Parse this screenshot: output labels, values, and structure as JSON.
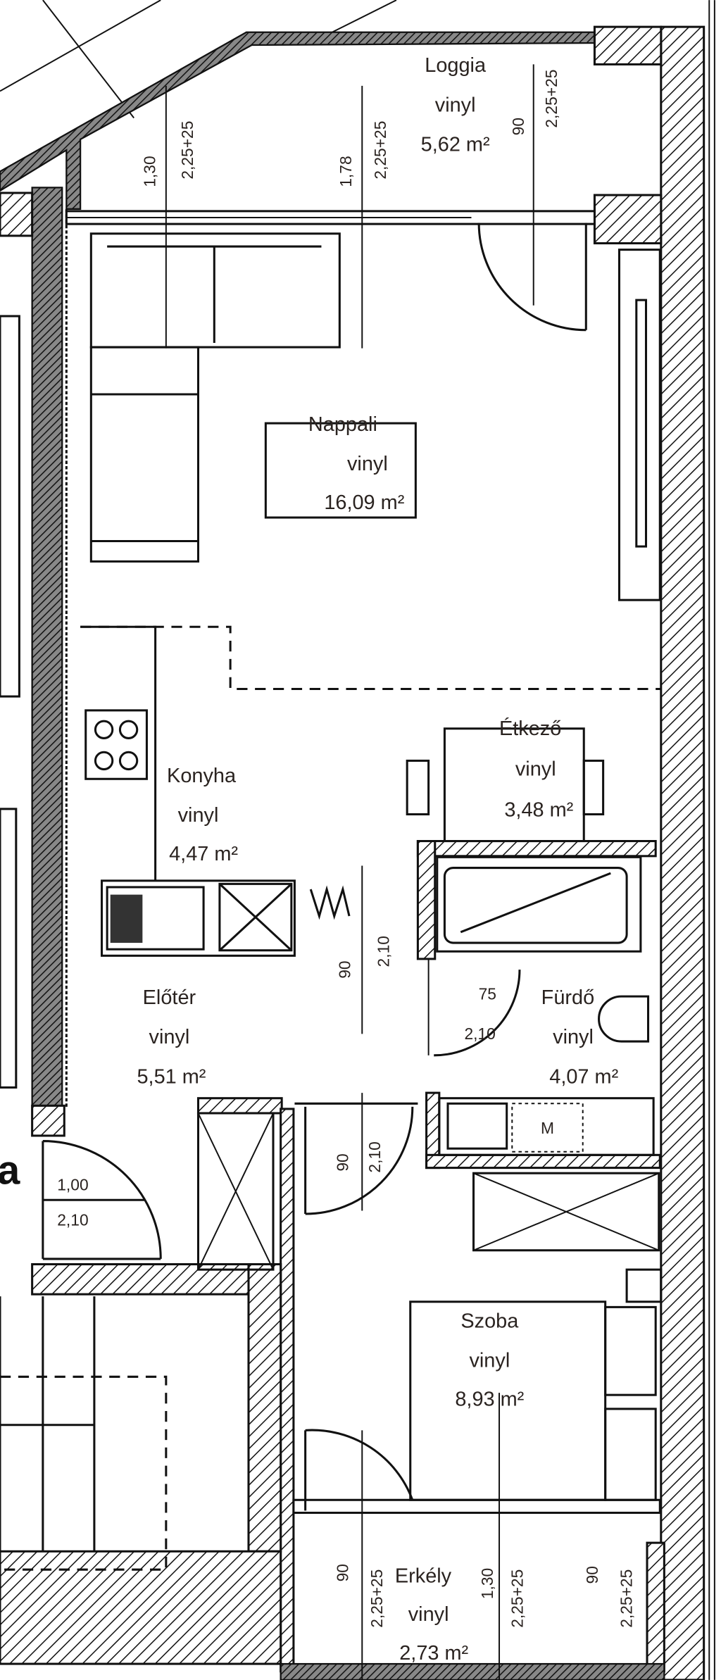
{
  "rooms": {
    "loggia": {
      "name": "Loggia",
      "material": "vinyl",
      "area": "5,62 m²"
    },
    "nappali": {
      "name": "Nappali",
      "material": "vinyl",
      "area": "16,09 m²"
    },
    "etkezo": {
      "name": "Étkező",
      "material": "vinyl",
      "area": "3,48 m²"
    },
    "konyha": {
      "name": "Konyha",
      "material": "vinyl",
      "area": "4,47 m²"
    },
    "furdo": {
      "name": "Fürdő",
      "material": "vinyl",
      "area": "4,07 m²"
    },
    "eloter": {
      "name": "Előtér",
      "material": "vinyl",
      "area": "5,51 m²"
    },
    "szoba": {
      "name": "Szoba",
      "material": "vinyl",
      "area": "8,93 m²"
    },
    "erkely": {
      "name": "Erkély",
      "material": "vinyl",
      "area": "2,73 m²"
    }
  },
  "dimensions": {
    "loggia_win1_w": "1,30",
    "loggia_win1_h": "2,25+25",
    "loggia_win2_w": "1,78",
    "loggia_win2_h": "2,25+25",
    "loggia_door_w": "90",
    "loggia_door_h": "2,25+25",
    "kitchen_door_w": "90",
    "kitchen_door_h": "2,10",
    "bath_door_w": "75",
    "bath_door_h": "2,10",
    "room_door_w": "90",
    "room_door_h": "2,10",
    "entry_door_w": "1,00",
    "entry_door_h": "2,10",
    "erkely_door_w": "90",
    "erkely_door_h": "2,25+25",
    "erkely_win_w": "1,30",
    "erkely_win_h": "2,25+25",
    "erkely_win2_w": "90",
    "erkely_win2_h": "2,25+25"
  },
  "fixtures": {
    "washing_machine": "M"
  },
  "neighbor_label": "a"
}
